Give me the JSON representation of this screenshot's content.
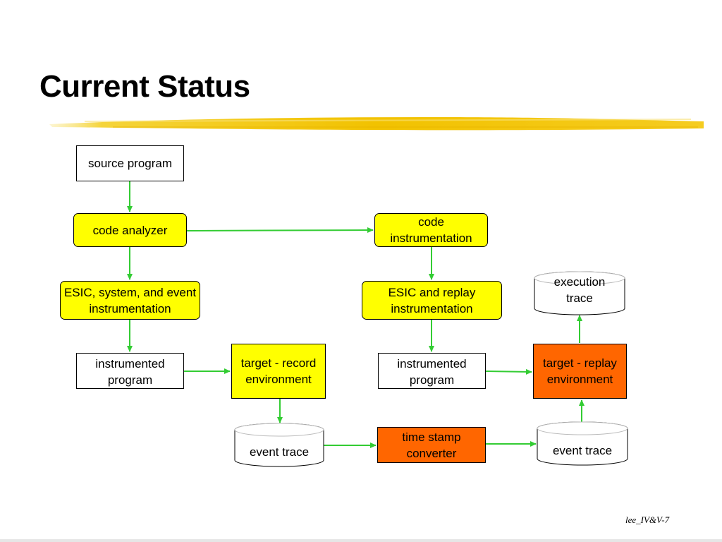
{
  "title": "Current Status",
  "colors": {
    "arrow": "#33cc33",
    "yellow_box": "#ffff00",
    "orange_box": "#ff6600",
    "title_underline": "#f2c200"
  },
  "nodes": {
    "source_program": "source program",
    "code_analyzer": "code analyzer",
    "code_instrumentation": "code instrumentation",
    "esic_system_event": "ESIC, system, and event instrumentation",
    "esic_replay": "ESIC and replay instrumentation",
    "execution_trace": "execution trace",
    "instrumented_program_1": "instrumented program",
    "target_record": "target - record environment",
    "instrumented_program_2": "instrumented program",
    "target_replay": "target - replay environment",
    "event_trace_1": "event trace",
    "time_stamp_converter": "time stamp converter",
    "event_trace_2": "event trace"
  },
  "footer": "lee_IV&V-7"
}
